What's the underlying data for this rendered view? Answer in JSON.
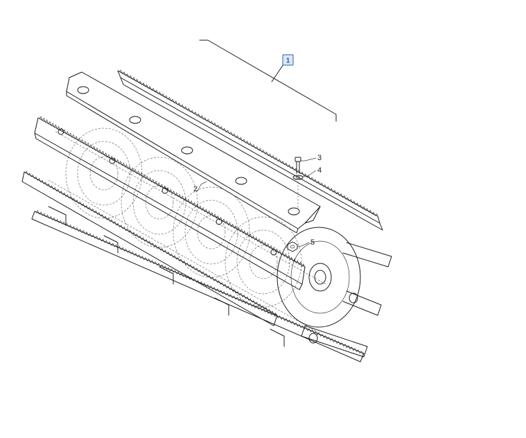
{
  "diagram": {
    "callouts": [
      {
        "id": "ref-1",
        "text": "1",
        "boxed": true
      },
      {
        "id": "part-2",
        "text": "2"
      },
      {
        "id": "part-3",
        "text": "3"
      },
      {
        "id": "part-4",
        "text": "4"
      },
      {
        "id": "part-5",
        "text": "5"
      }
    ],
    "colors": {
      "line": "#1a1a1a",
      "ref_box_fill": "#dce8f5",
      "ref_box_stroke": "#2a5ea8"
    }
  }
}
